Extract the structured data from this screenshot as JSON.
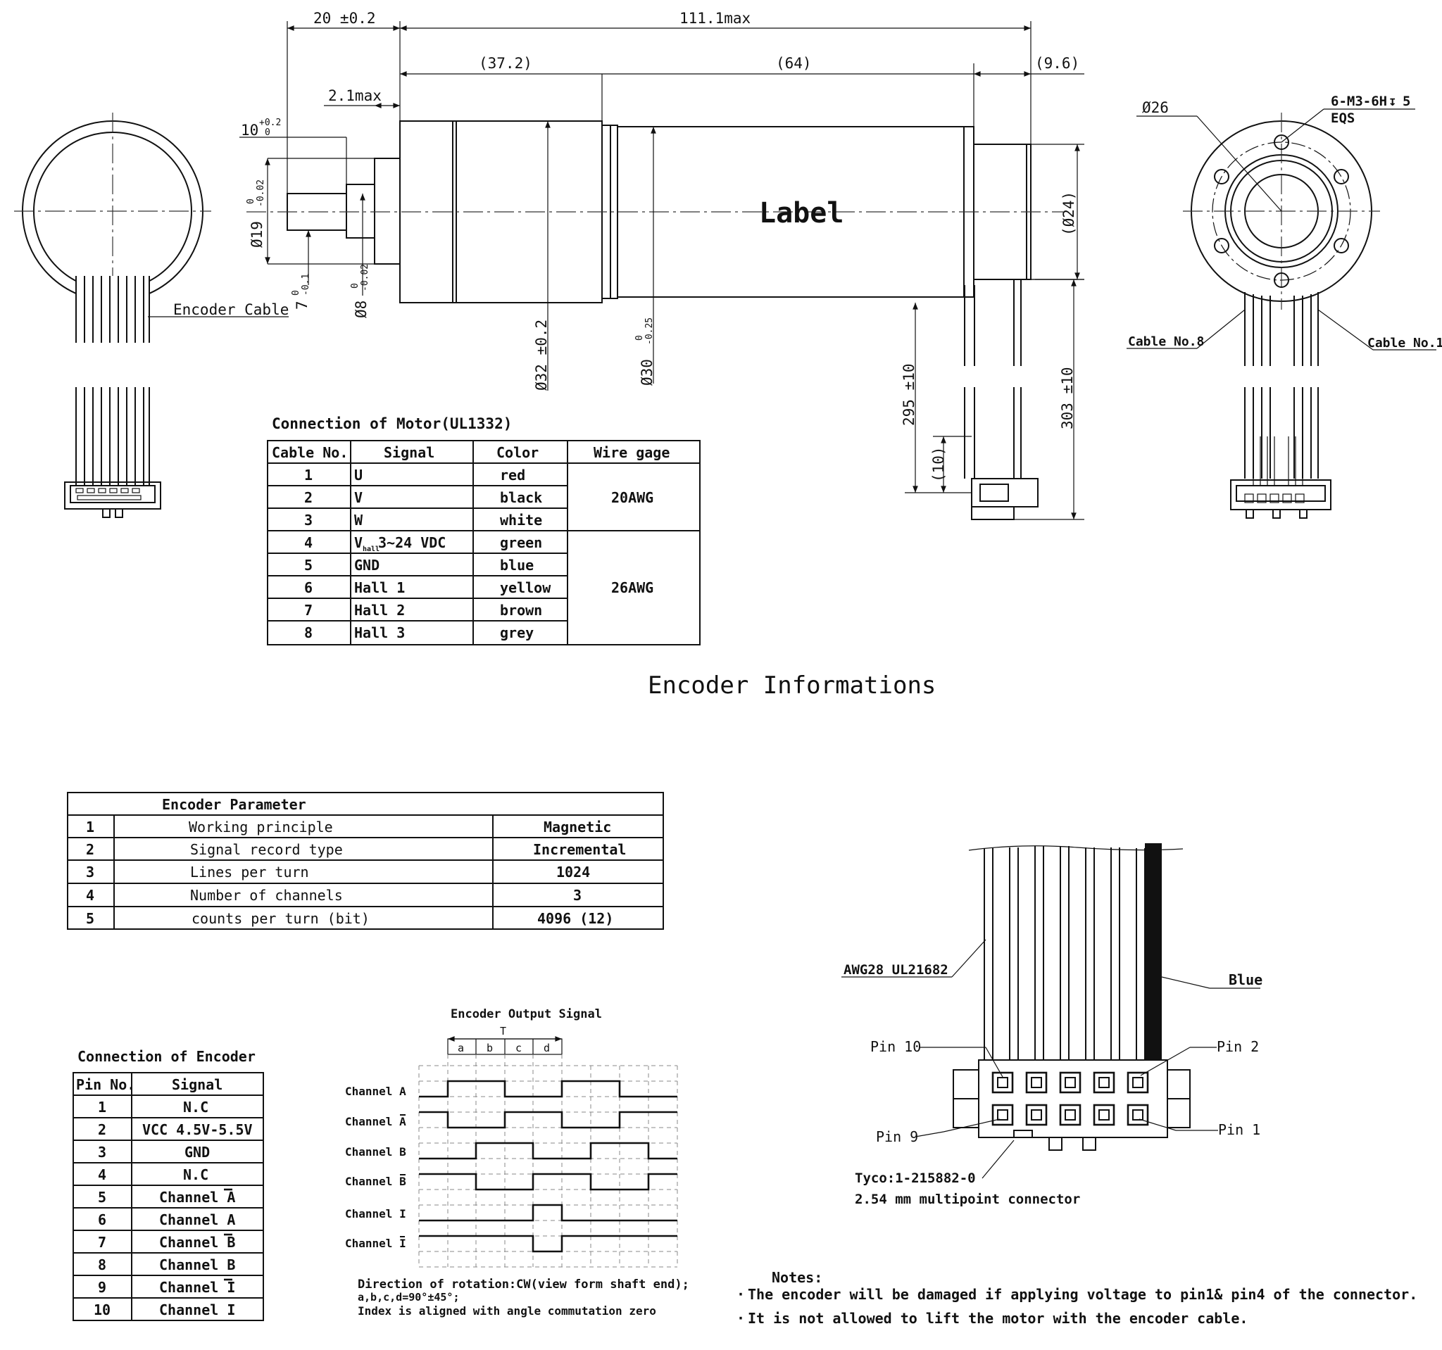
{
  "dims": {
    "d20": "20 ±0.2",
    "d111": "111.1max",
    "d37": "(37.2)",
    "d64": "(64)",
    "d96": "(9.6)",
    "d21": "2.1max",
    "d10tol": "10",
    "d10tol_sup": "+0.2",
    "d10tol_sub": "0",
    "d19": "Ø19",
    "d19_tol_hi": "0",
    "d19_tol_lo": "-0.02",
    "d7": "7",
    "d7_hi": "0",
    "d7_lo": "-0.1",
    "d8": "Ø8",
    "d8_hi": "0",
    "d8_lo": "-0.02",
    "d32": "Ø32 ±0.2",
    "d30": "Ø30",
    "d30_hi": "0",
    "d30_lo": "-0.25",
    "d24": "(Ø24)",
    "d295": "295 ±10",
    "d303": "303 ±10",
    "d10": "(10)",
    "d26": "Ø26",
    "m3": "6-M3-6H",
    "m3_depth": "5",
    "eqs": "EQS",
    "body_label": "Label",
    "encoder_cable": "Encoder Cable",
    "cable8": "Cable No.8",
    "cable1": "Cable No.1"
  },
  "motor_table": {
    "title": "Connection of Motor(UL1332)",
    "headers": [
      "Cable No.",
      "Signal",
      "Color",
      "Wire gage"
    ],
    "rows": [
      {
        "no": "1",
        "signal": "U",
        "color": "red"
      },
      {
        "no": "2",
        "signal": "V",
        "color": "black"
      },
      {
        "no": "3",
        "signal": "W",
        "color": "white"
      },
      {
        "no": "4",
        "signal": "V",
        "signal_sub": "hall",
        "signal_rest": " 3~24 VDC",
        "color": "green"
      },
      {
        "no": "5",
        "signal": "GND",
        "color": "blue"
      },
      {
        "no": "6",
        "signal": "Hall 1",
        "color": "yellow"
      },
      {
        "no": "7",
        "signal": "Hall 2",
        "color": "brown"
      },
      {
        "no": "8",
        "signal": "Hall 3",
        "color": "grey"
      }
    ],
    "gage1": "20AWG",
    "gage2": "26AWG"
  },
  "section_title": "Encoder Informations",
  "encoder_param": {
    "title": "Encoder Parameter",
    "rows": [
      {
        "no": "1",
        "name": "Working principle",
        "value": "Magnetic"
      },
      {
        "no": "2",
        "name": "Signal record type",
        "value": "Incremental"
      },
      {
        "no": "3",
        "name": "Lines per turn",
        "value": "1024"
      },
      {
        "no": "4",
        "name": "Number of channels",
        "value": "3"
      },
      {
        "no": "5",
        "name": "counts per turn (bit)",
        "value": "4096 (12)"
      }
    ]
  },
  "encoder_conn": {
    "title": "Connection of Encoder",
    "headers": [
      "Pin No.",
      "Signal"
    ],
    "rows": [
      {
        "no": "1",
        "signal": "N.C"
      },
      {
        "no": "2",
        "signal": "VCC 4.5V-5.5V"
      },
      {
        "no": "3",
        "signal": "GND"
      },
      {
        "no": "4",
        "signal": "N.C"
      },
      {
        "no": "5",
        "signal": "Channel A",
        "bar": true
      },
      {
        "no": "6",
        "signal": "Channel A"
      },
      {
        "no": "7",
        "signal": "Channel B",
        "bar": true
      },
      {
        "no": "8",
        "signal": "Channel B"
      },
      {
        "no": "9",
        "signal": "Channel I",
        "bar": true
      },
      {
        "no": "10",
        "signal": "Channel I"
      }
    ]
  },
  "signal_diagram": {
    "title": "Encoder Output Signal",
    "period": "T",
    "phases": [
      "a",
      "b",
      "c",
      "d"
    ],
    "channels": [
      "Channel A",
      "Channel A",
      "Channel B",
      "Channel B",
      "Channel I",
      "Channel I"
    ],
    "note1": "Direction of rotation:CW(view form shaft end);",
    "note2": "a,b,c,d=90°±45°;",
    "note3": "Index is aligned with angle commutation zero"
  },
  "connector": {
    "awg": "AWG28 UL21682",
    "blue": "Blue",
    "pin10": "Pin 10",
    "pin2": "Pin 2",
    "pin9": "Pin 9",
    "pin1": "Pin 1",
    "part": "Tyco:1-215882-0",
    "desc": "2.54 mm multipoint connector"
  },
  "notes": {
    "title": "Notes:",
    "n1": "The encoder will be damaged if applying voltage to pin1& pin4 of the connector.",
    "n2": "It is not allowed to lift the motor with the encoder cable."
  }
}
